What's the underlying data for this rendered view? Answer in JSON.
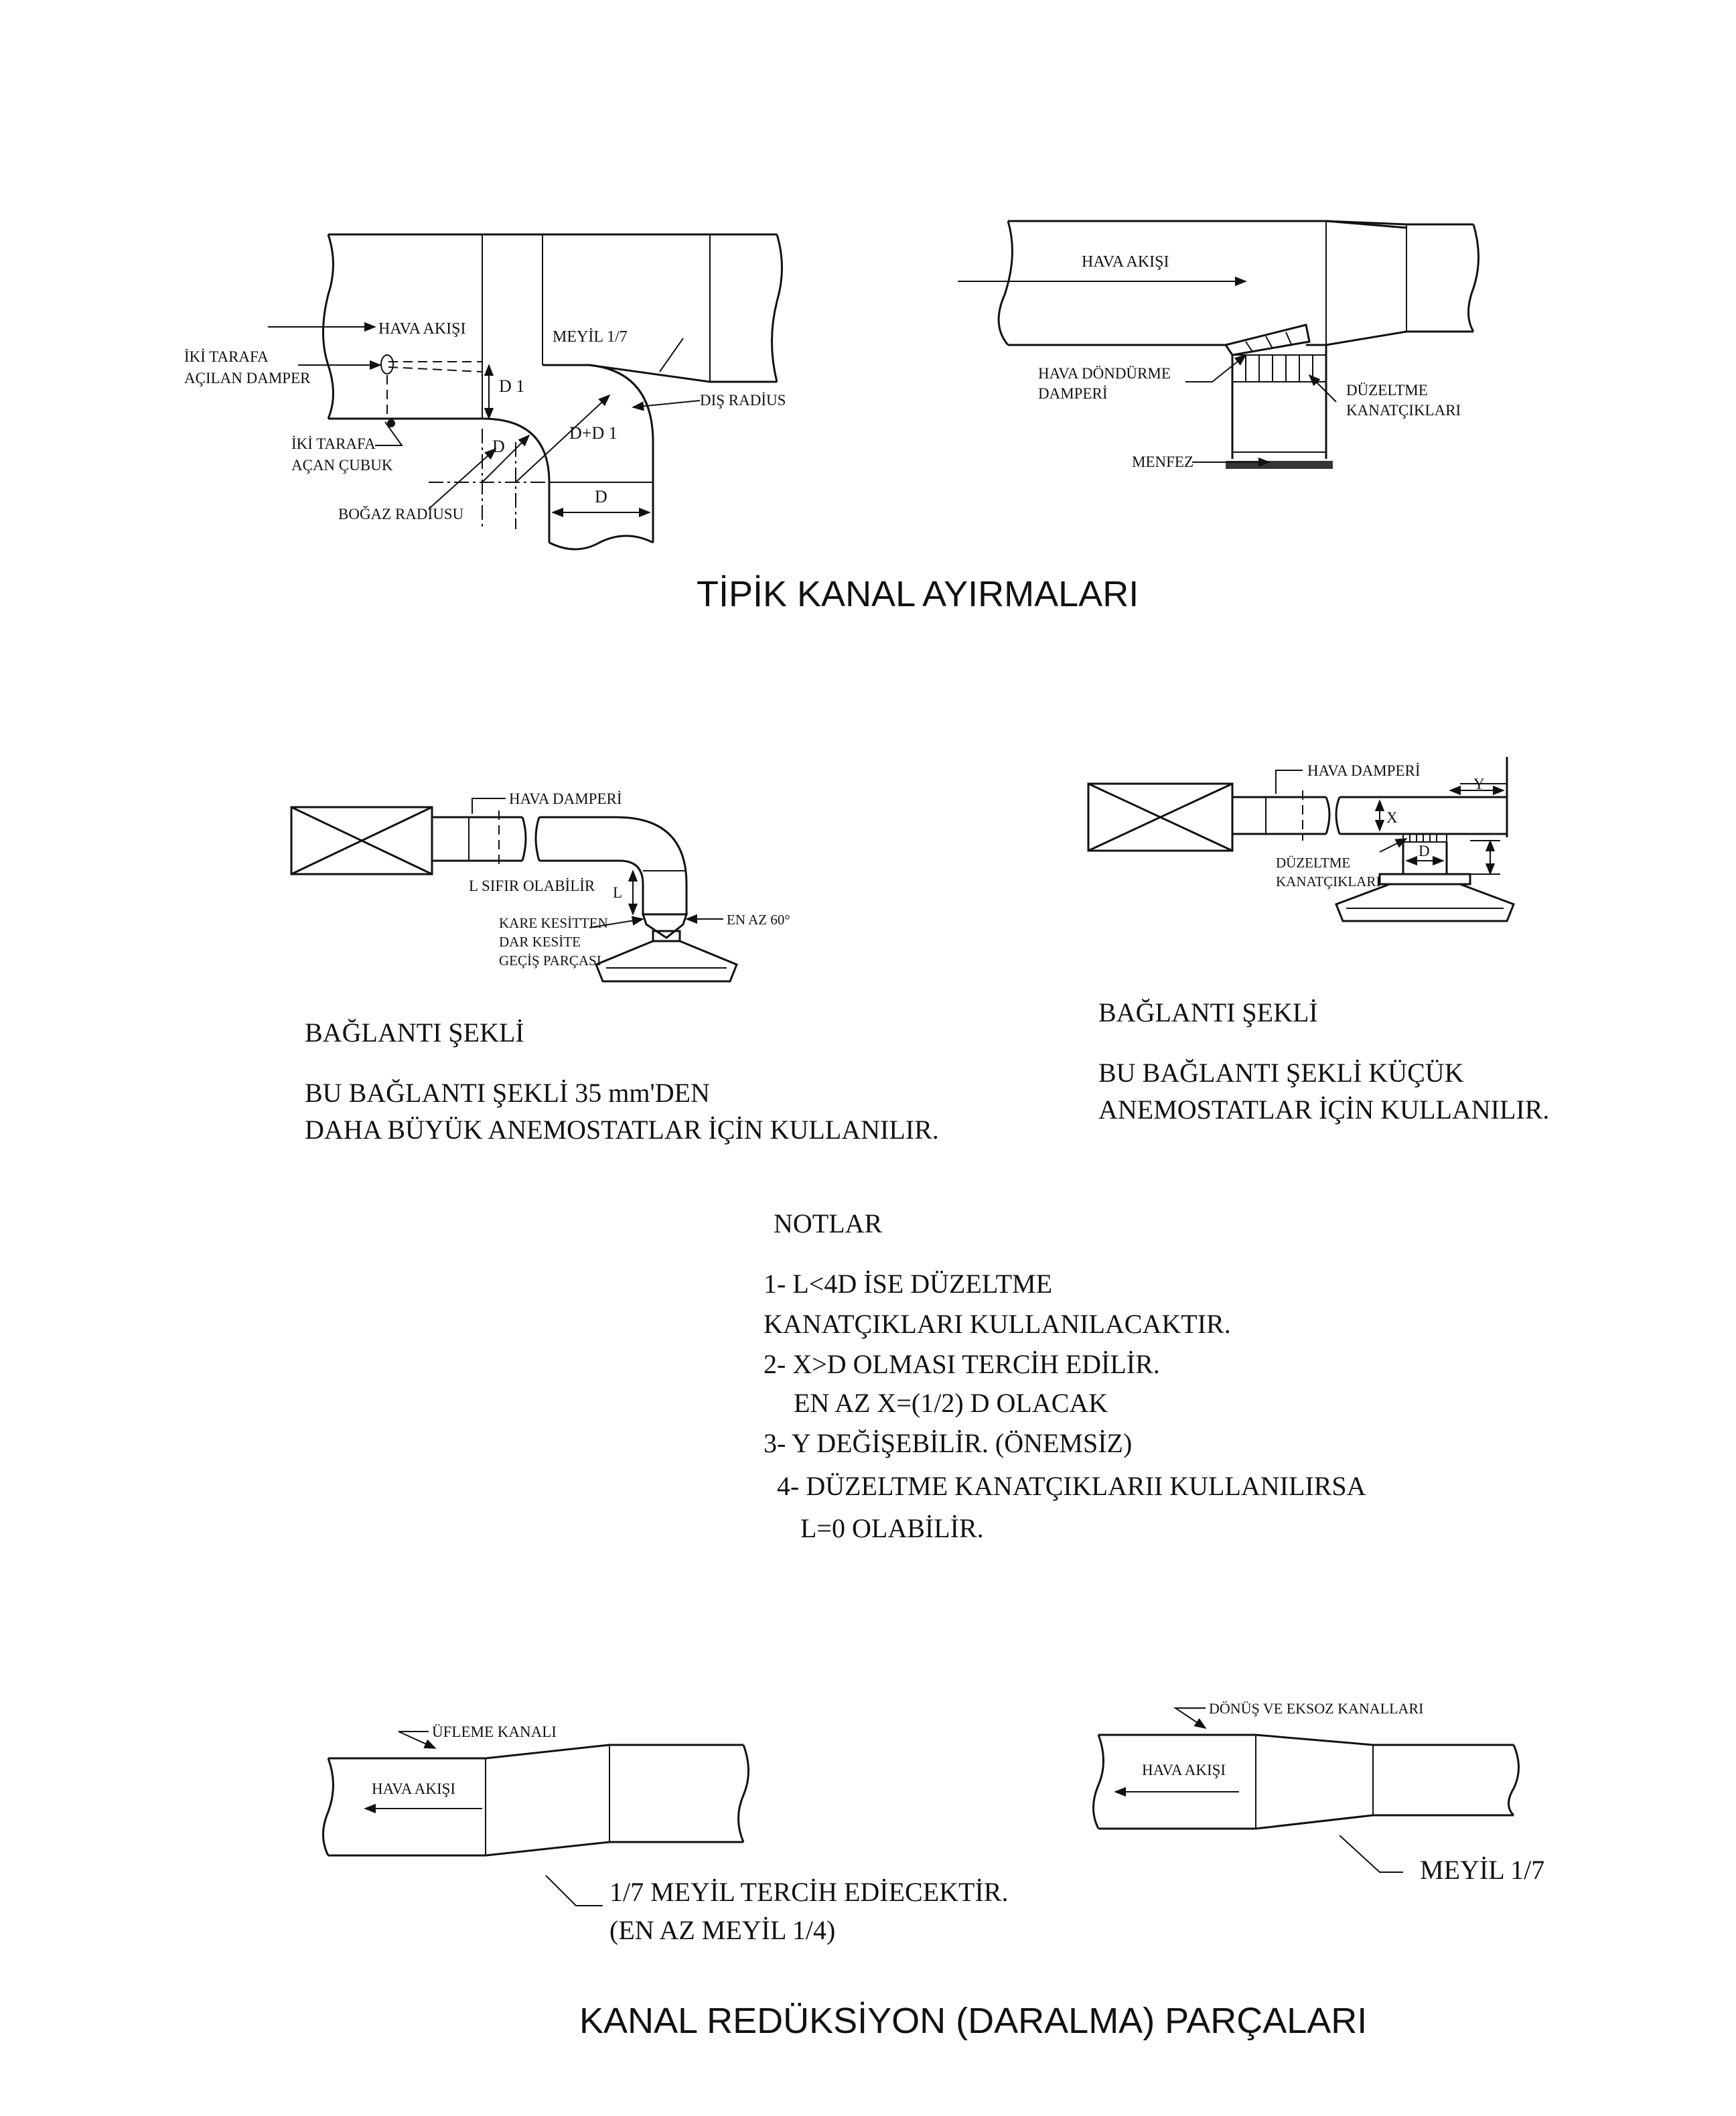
{
  "section1": {
    "title": "TİPİK KANAL AYIRMALARI",
    "left": {
      "hava_akisi": "HAVA AKIŞI",
      "meyil": "MEYİL 1/7",
      "damper_line1": "İKİ TARAFA",
      "damper_line2": "AÇILAN DAMPER",
      "d1": "D 1",
      "dis_radius": "DIŞ RADİUS",
      "cubuk_line1": "İKİ TARAFA",
      "cubuk_line2": "AÇAN ÇUBUK",
      "d_diag": "D",
      "dd1": "D+D 1",
      "bogaz": "BOĞAZ RADİUSU",
      "d_width": "D"
    },
    "right": {
      "hava_akisi": "HAVA AKIŞI",
      "dondurme_line1": "HAVA DÖNDÜRME",
      "dondurme_line2": "DAMPERİ",
      "duzeltme_line1": "DÜZELTME",
      "duzeltme_line2": "KANATÇIKLARI",
      "menfez": "MENFEZ"
    }
  },
  "section2": {
    "left": {
      "hava_damperi": "HAVA DAMPERİ",
      "l_sifir": "L SIFIR OLABİLİR",
      "l_label": "L",
      "gecis_line1": "KARE KESİTTEN",
      "gecis_line2": "DAR KESİTE",
      "gecis_line3": "GEÇİŞ PARÇASI",
      "en_az": "EN AZ 60°",
      "baglanti": "BAĞLANTI ŞEKLİ",
      "desc_line1": "BU BAĞLANTI ŞEKLİ  35  mm'DEN",
      "desc_line2": "DAHA BÜYÜK ANEMOSTATLAR İÇİN KULLANILIR."
    },
    "right": {
      "hava_damperi": "HAVA DAMPERİ",
      "x_label": "X",
      "y_label": "Y",
      "d_label": "D",
      "duzeltme_line1": "DÜZELTME",
      "duzeltme_line2": "KANATÇIKLARI",
      "baglanti": "BAĞLANTI ŞEKLİ",
      "desc_line1": "BU BAĞLANTI ŞEKLİ KÜÇÜK",
      "desc_line2": "ANEMOSTATLAR İÇİN KULLANILIR."
    }
  },
  "notes": {
    "title": "NOTLAR",
    "lines": [
      "1- L<4D İSE DÜZELTME",
      "KANATÇIKLARI KULLANILACAKTIR.",
      "2- X>D OLMASI TERCİH EDİLİR.",
      "EN AZ X=(1/2) D OLACAK",
      "3- Y DEĞİŞEBİLİR. (ÖNEMSİZ)",
      "4- DÜZELTME KANATÇIKLARII KULLANILIRSA",
      "L=0 OLABİLİR."
    ]
  },
  "section3": {
    "title": "KANAL REDÜKSİYON (DARALMA) PARÇALARI",
    "left": {
      "ufleme": "ÜFLEME KANALI",
      "hava_akisi": "HAVA AKIŞI",
      "note_line1": "1/7 MEYİL TERCİH EDİECEKTİR.",
      "note_line2": "(EN AZ MEYİL 1/4)"
    },
    "right": {
      "donus": "DÖNÜŞ VE EKSOZ KANALLARI",
      "hava_akisi": "HAVA AKIŞI",
      "meyil": "MEYİL 1/7"
    }
  }
}
